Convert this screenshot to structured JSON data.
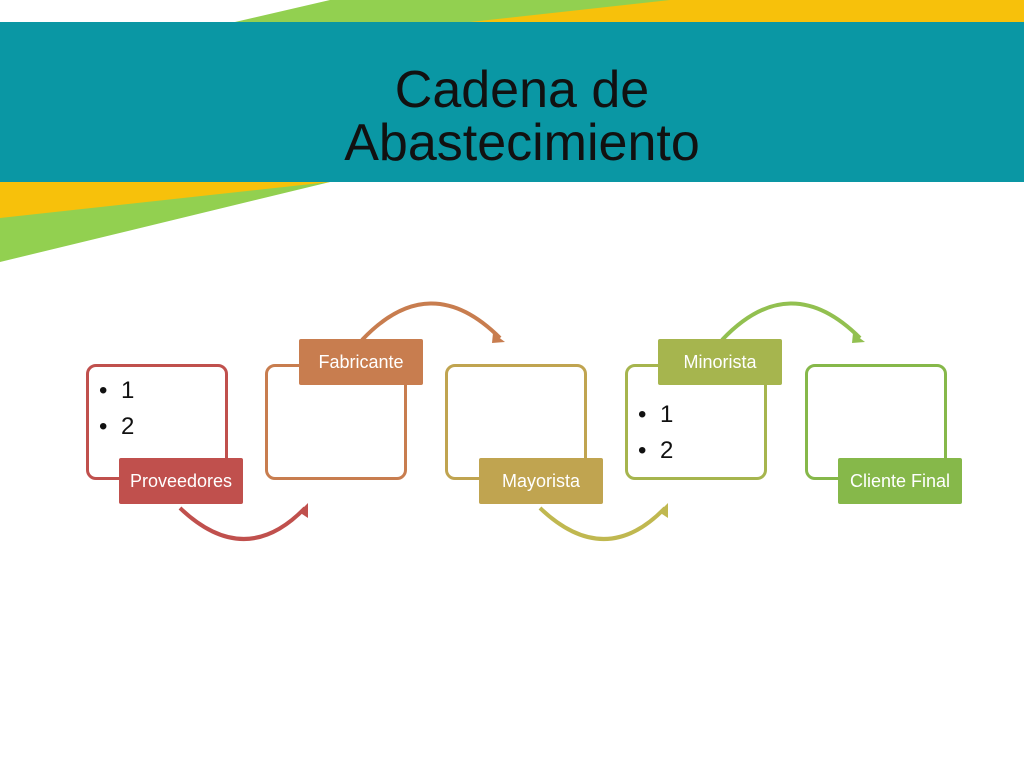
{
  "title": {
    "line1": "Cadena de",
    "line2": "Abastecimiento"
  },
  "colors": {
    "banner": "#0a97a4",
    "yellow": "#f7c10b",
    "green": "#92d050",
    "proveedores": "#c0504d",
    "fabricante": "#c87d4f",
    "mayorista": "#c0a450",
    "minorista": "#a6b54e",
    "cliente_final": "#86b84a"
  },
  "stages": [
    {
      "label": "Proveedores",
      "bullets": [
        "1",
        "2"
      ]
    },
    {
      "label": "Fabricante",
      "bullets": []
    },
    {
      "label": "Mayorista",
      "bullets": []
    },
    {
      "label": "Minorista",
      "bullets": [
        "1",
        "2"
      ]
    },
    {
      "label": "Cliente Final",
      "bullets": []
    }
  ],
  "connector_icon": "curved-arrow-icon"
}
